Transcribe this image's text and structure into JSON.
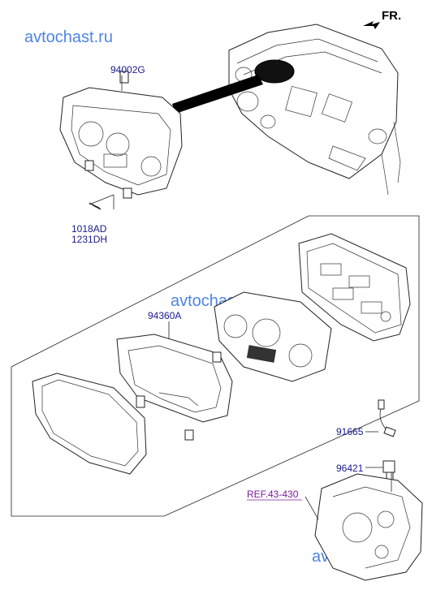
{
  "watermarks": [
    "avtochast.ru",
    "avtochast.ru",
    "avtochast.ru"
  ],
  "direction_label": "FR.",
  "parts": [
    {
      "number": "94002G"
    },
    {
      "number": "1018AD"
    },
    {
      "number": "1231DH"
    },
    {
      "number": "94360A"
    },
    {
      "number": "91665"
    },
    {
      "number": "96421"
    }
  ],
  "reference": "REF.43-430",
  "colors": {
    "part_label": "#1a1a8c",
    "reference_label": "#7a1a9c",
    "watermark": "#2f6fe0"
  }
}
